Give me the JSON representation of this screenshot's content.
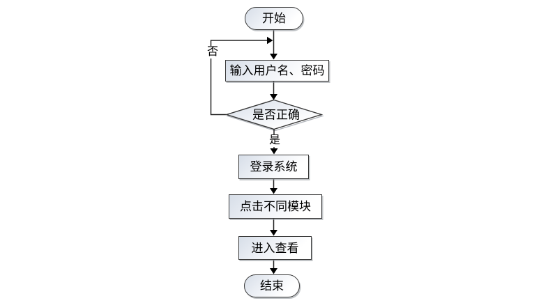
{
  "diagram": {
    "type": "flowchart",
    "nodes": {
      "start": {
        "label": "开始",
        "shape": "terminator"
      },
      "input": {
        "label": "输入用户名、密码",
        "shape": "process"
      },
      "decision": {
        "label": "是否正确",
        "shape": "decision"
      },
      "login": {
        "label": "登录系统",
        "shape": "process"
      },
      "modules": {
        "label": "点击不同模块",
        "shape": "process"
      },
      "view": {
        "label": "进入查看",
        "shape": "process"
      },
      "end": {
        "label": "结束",
        "shape": "terminator"
      }
    },
    "edge_labels": {
      "yes": "是",
      "no": "否"
    },
    "edges": [
      {
        "from": "start",
        "to": "input",
        "label": ""
      },
      {
        "from": "input",
        "to": "decision",
        "label": ""
      },
      {
        "from": "decision",
        "to": "login",
        "label": "是"
      },
      {
        "from": "decision",
        "to": "input",
        "label": "否"
      },
      {
        "from": "login",
        "to": "modules",
        "label": ""
      },
      {
        "from": "modules",
        "to": "view",
        "label": ""
      },
      {
        "from": "view",
        "to": "end",
        "label": ""
      }
    ],
    "colors": {
      "background": "#ffffff",
      "shape_border": "#383838",
      "shape_fill_top": "#d7dee8",
      "shape_fill_bottom": "#ffffff",
      "connector": "#222222",
      "arrowhead": "#000000",
      "text": "#000000"
    }
  }
}
